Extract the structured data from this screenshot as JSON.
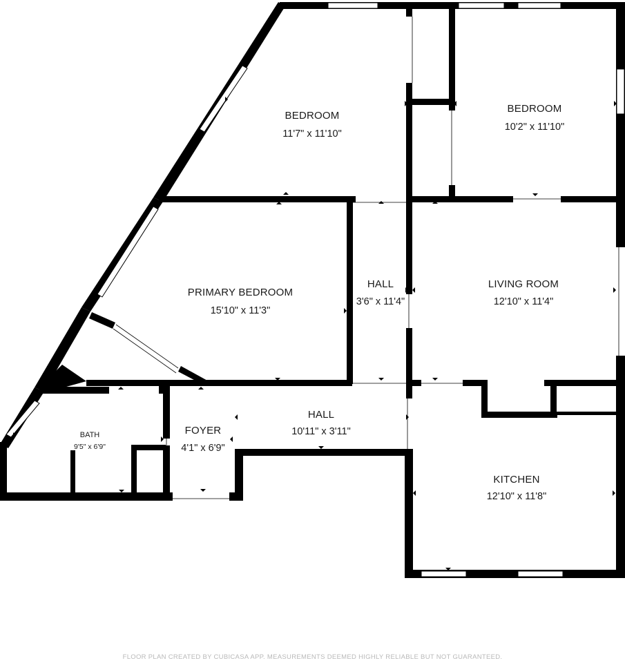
{
  "rooms": {
    "bedroom_left": {
      "name": "BEDROOM",
      "dims": "11'7\" x 11'10\""
    },
    "bedroom_right": {
      "name": "BEDROOM",
      "dims": "10'2\" x 11'10\""
    },
    "primary_bedroom": {
      "name": "PRIMARY BEDROOM",
      "dims": "15'10\" x 11'3\""
    },
    "hall_vertical": {
      "name": "HALL",
      "dims": "3'6\" x 11'4\""
    },
    "living_room": {
      "name": "LIVING ROOM",
      "dims": "12'10\" x 11'4\""
    },
    "hall_horizontal": {
      "name": "HALL",
      "dims": "10'11\" x 3'11\""
    },
    "foyer": {
      "name": "FOYER",
      "dims": "4'1\" x 6'9\""
    },
    "bath": {
      "name": "BATH",
      "dims": "9'5\" x 6'9\""
    },
    "kitchen": {
      "name": "KITCHEN",
      "dims": "12'10\" x 11'8\""
    }
  },
  "footer": "FLOOR PLAN CREATED BY CUBICASA APP. MEASUREMENTS DEEMED HIGHLY RELIABLE BUT NOT GUARANTEED.",
  "colors": {
    "wall": "#000000",
    "background": "#ffffff",
    "footer_text": "#b9b9b9"
  }
}
